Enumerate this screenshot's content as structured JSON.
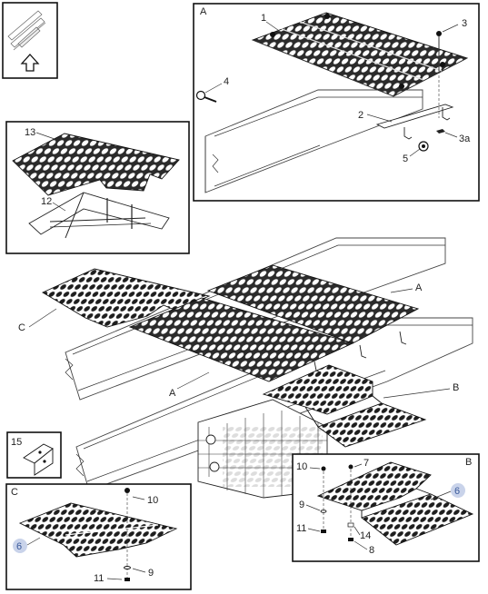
{
  "labels": {
    "detail_a_title": "A",
    "detail_b_title": "B",
    "detail_c_title": "C",
    "main_a_upper": "A",
    "main_a_lower": "A",
    "main_b": "B",
    "main_c": "C",
    "p1": "1",
    "p2": "2",
    "p3": "3",
    "p3a": "3a",
    "p4": "4",
    "p5": "5",
    "p6_b": "6",
    "p6_c": "6",
    "p7": "7",
    "p8": "8",
    "p9_b": "9",
    "p9_c": "9",
    "p10_b": "10",
    "p10_c": "10",
    "p11_b": "11",
    "p11_c": "11",
    "p12": "12",
    "p13": "13",
    "p14": "14",
    "p15": "15"
  },
  "icons": {
    "orientation": "arrow-up-icon"
  }
}
